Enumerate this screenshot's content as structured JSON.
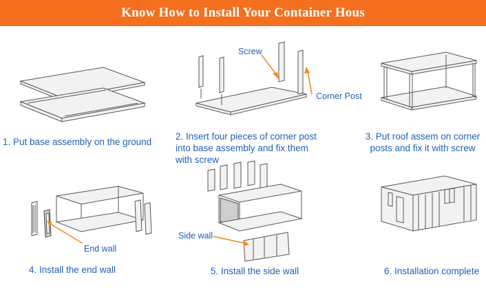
{
  "header": {
    "title": "Know How to Install Your Container Hous"
  },
  "steps": [
    {
      "caption": "1. Put base assembly on the ground"
    },
    {
      "caption": "2. Insert four pieces of corner post into base assembly and fix them with screw",
      "labels": {
        "screw": "Screw",
        "corner_post": "Corner Post"
      }
    },
    {
      "caption": "3. Put roof assem on corner posts and fix it with screw"
    },
    {
      "caption": "4. Install the end wall",
      "labels": {
        "end_wall": "End wall"
      }
    },
    {
      "caption": "5. Install the side wall",
      "labels": {
        "side_wall": "Side wall"
      }
    },
    {
      "caption": "6. Installation complete"
    }
  ],
  "colors": {
    "banner": "#f46f1e",
    "caption_text": "#1f5fb8",
    "arrow": "#f08a1c"
  }
}
